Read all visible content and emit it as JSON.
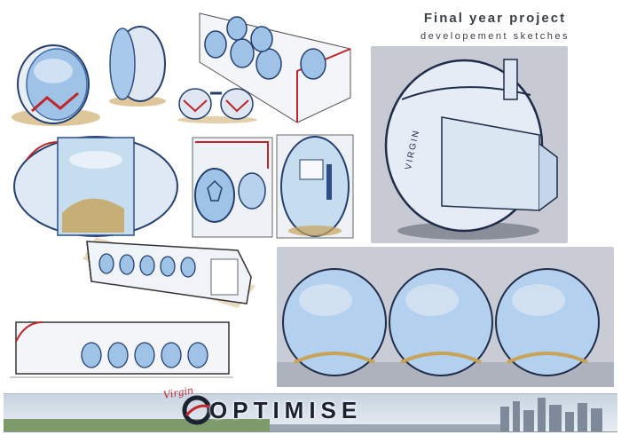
{
  "header": {
    "title_line1": "Final year project",
    "title_line2": "developement sketches"
  },
  "pod_label": "VIRGIN",
  "banner": {
    "brand_script": "Virgin",
    "logo_text": "OPTIMISE"
  },
  "colors": {
    "pod_blue": "#9fc3e6",
    "pod_edge": "#2f4e86",
    "accent_red": "#c0252b",
    "ochre": "#b8944e",
    "marker_grey": "#c7cad3"
  }
}
